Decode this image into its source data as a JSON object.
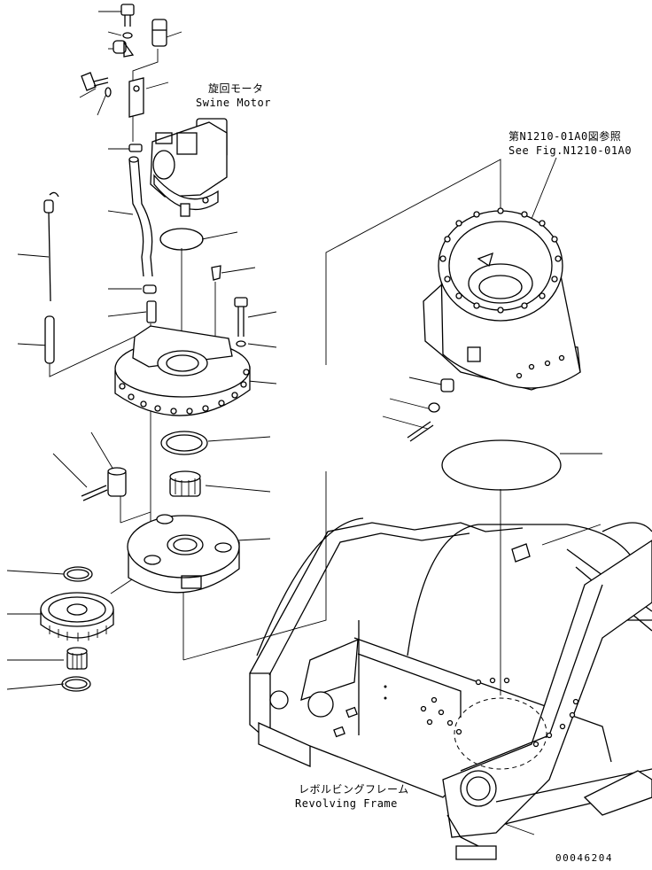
{
  "labels": {
    "swing_motor_jp": "旋回モータ",
    "swing_motor_en": "Swine Motor",
    "ref_jp": "第N1210-01A0図参照",
    "ref_en": "See Fig.N1210-01A0",
    "frame_jp": "レボルビングフレーム",
    "frame_en": "Revolving Frame",
    "drawing_number": "00046204"
  }
}
